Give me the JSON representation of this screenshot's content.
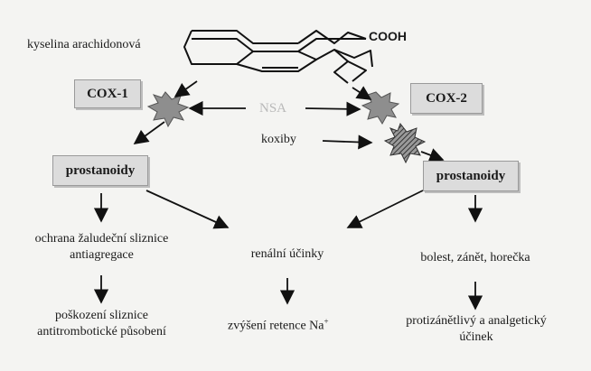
{
  "molecule": {
    "name": "kyselina arachidonová",
    "group": "COOH"
  },
  "enzymes": {
    "cox1": "COX-1",
    "cox2": "COX-2"
  },
  "inhibitors": {
    "nsa": "NSA",
    "koxiby": "koxiby"
  },
  "products": {
    "left": "prostanoidy",
    "right": "prostanoidy"
  },
  "effects": {
    "left_line1": "ochrana žaludeční sliznice",
    "left_line2": "antiagregace",
    "middle": "renální účinky",
    "right": "bolest, zánět, horečka"
  },
  "outcomes": {
    "left_line1": "poškození sliznice",
    "left_line2": "antitrombotické působení",
    "middle": "zvýšení retence Na",
    "middle_sup": "+",
    "right_line1": "protizánětlivý a analgetický",
    "right_line2": "účinek"
  }
}
